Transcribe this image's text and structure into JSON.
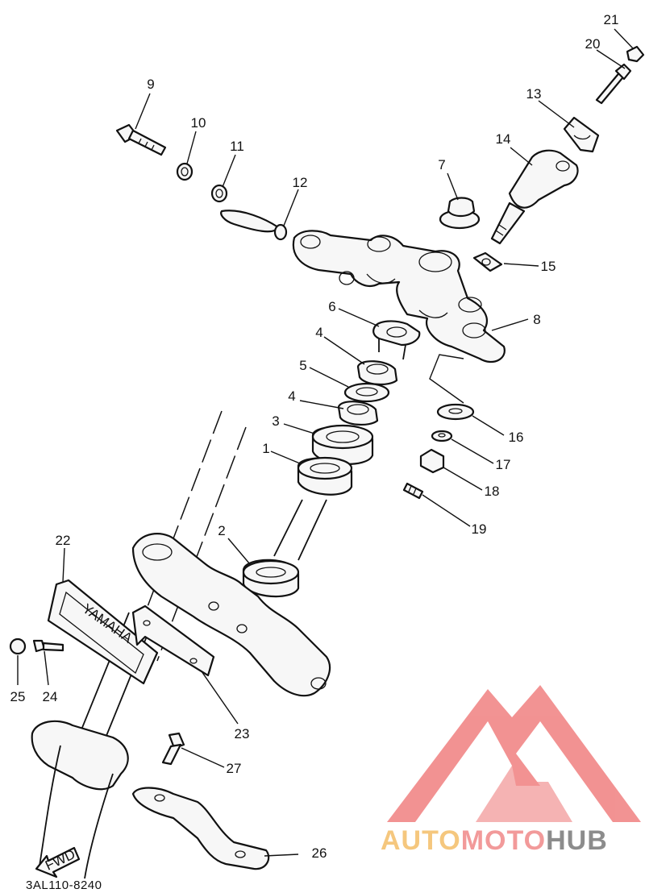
{
  "diagram": {
    "code": "3AL110-8240",
    "fwd_label": "FWD",
    "emblem_text": "YAMAHA",
    "callouts": [
      "1",
      "2",
      "3",
      "4",
      "4",
      "5",
      "6",
      "7",
      "8",
      "9",
      "10",
      "11",
      "12",
      "13",
      "14",
      "15",
      "16",
      "17",
      "18",
      "19",
      "20",
      "21",
      "22",
      "23",
      "24",
      "25",
      "26",
      "27"
    ]
  },
  "watermark": {
    "part1": "AUTO",
    "part2": "MOTO",
    "part3": "HUB",
    "colors": {
      "auto": "#f5c77e",
      "moto": "#f29a9a",
      "hub": "#8c8c8c",
      "logo": "#f08080"
    }
  }
}
